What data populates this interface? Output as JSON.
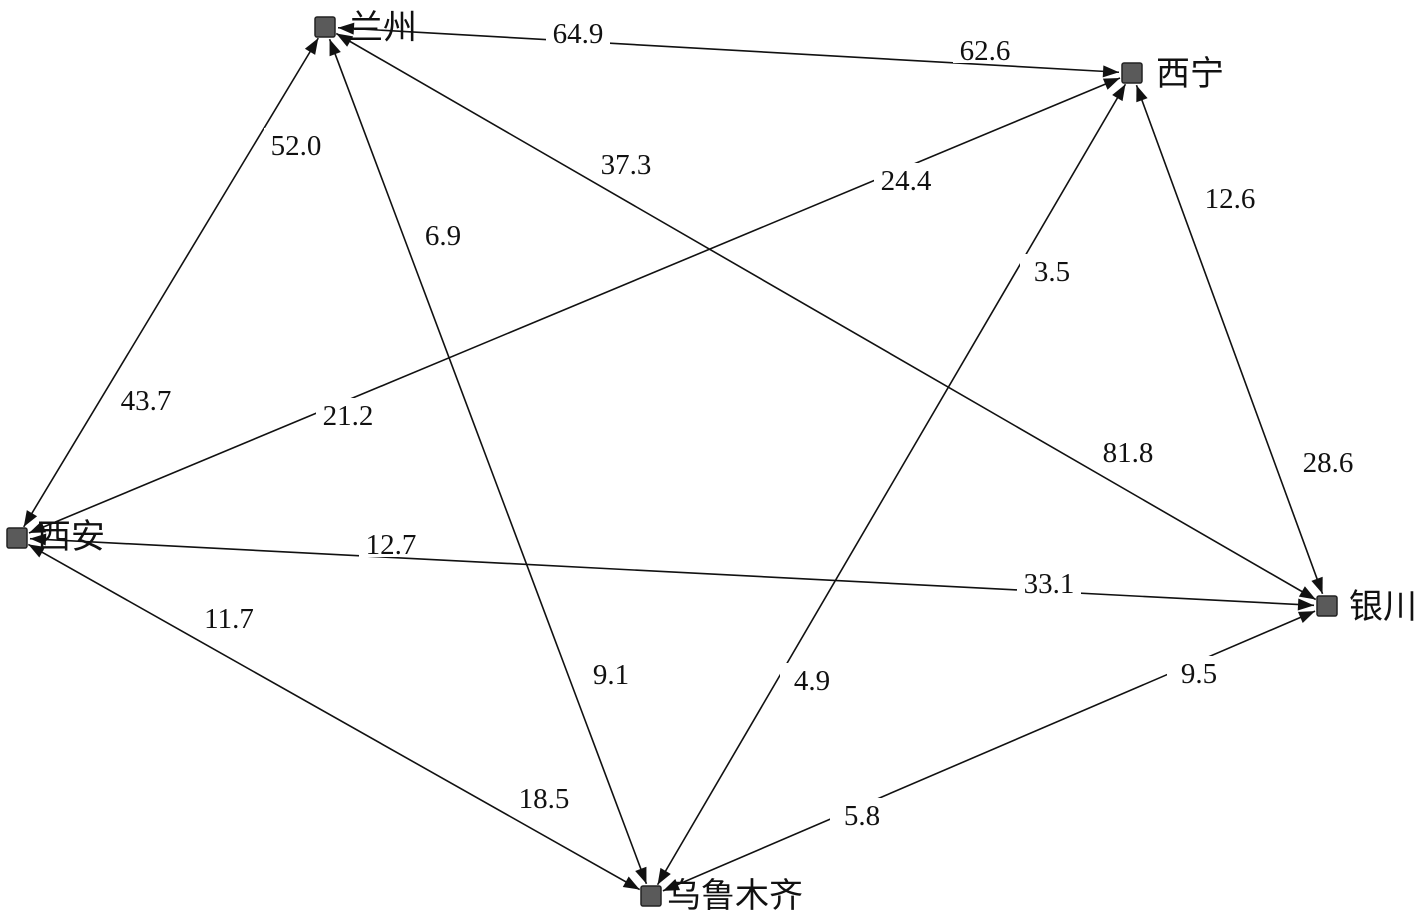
{
  "nodes": [
    {
      "id": "lanzhou",
      "label": "兰州"
    },
    {
      "id": "xining",
      "label": "西宁"
    },
    {
      "id": "xian",
      "label": "西安"
    },
    {
      "id": "yinchuan",
      "label": "银川"
    },
    {
      "id": "urumqi",
      "label": "乌鲁木齐"
    }
  ],
  "edges": [
    {
      "a": "lanzhou",
      "b": "xining",
      "label_a": "64.9",
      "label_b": "62.6"
    },
    {
      "a": "lanzhou",
      "b": "xian",
      "label_a": "52.0",
      "label_b": "43.7"
    },
    {
      "a": "lanzhou",
      "b": "yinchuan",
      "label_a": "37.3",
      "label_b": "81.8"
    },
    {
      "a": "lanzhou",
      "b": "urumqi",
      "label_a": "6.9",
      "label_b": "9.1"
    },
    {
      "a": "xining",
      "b": "xian",
      "label_a": "24.4",
      "label_b": "21.2"
    },
    {
      "a": "xining",
      "b": "yinchuan",
      "label_a": "12.6",
      "label_b": "28.6"
    },
    {
      "a": "xining",
      "b": "urumqi",
      "label_a": "3.5",
      "label_b": "4.9"
    },
    {
      "a": "xian",
      "b": "yinchuan",
      "label_a": "12.7",
      "label_b": "33.1"
    },
    {
      "a": "xian",
      "b": "urumqi",
      "label_a": "11.7",
      "label_b": "18.5"
    },
    {
      "a": "urumqi",
      "b": "yinchuan",
      "label_a": "5.8",
      "label_b": "9.5"
    }
  ]
}
